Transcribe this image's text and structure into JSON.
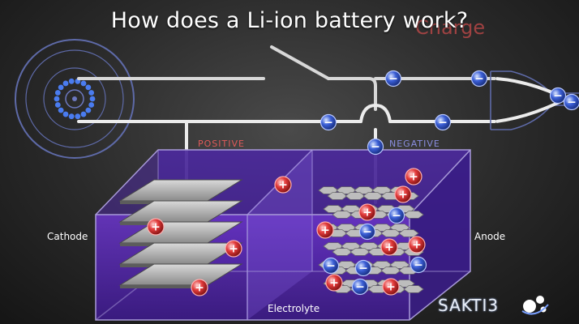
{
  "title": "How does a Li-ion battery work?",
  "faded_label": "Charge",
  "labels": {
    "positive": "POSITIVE",
    "negative": "NEGATIVE",
    "cathode": "Cathode",
    "anode": "Anode",
    "electrolyte": "Electrolyte"
  },
  "brand": "SAKTI3",
  "ion_symbols": {
    "positive": "+",
    "negative": "−"
  },
  "colors": {
    "electrolyte": "#5a2bb0",
    "positive_ion": "#e23a3a",
    "negative_ion": "#3b5fd6",
    "wire": "#e8e8e8",
    "positive_label": "#e05a5a",
    "negative_label": "#8a8ee0"
  },
  "icons": [
    "motor-wheel-icon",
    "plug-icon",
    "sakti3-logo-icon"
  ]
}
